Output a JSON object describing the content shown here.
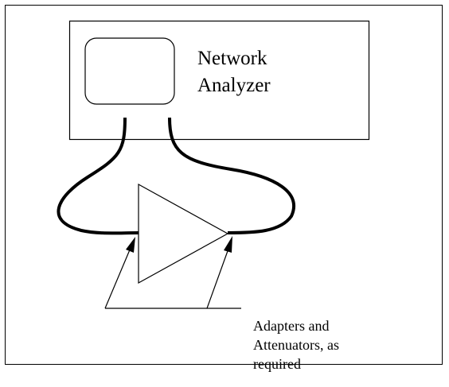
{
  "network_analyzer": {
    "label_line1": "Network",
    "label_line2": "Analyzer"
  },
  "annotation": {
    "line1": "Adapters and",
    "line2": "Attenuators, as",
    "line3": "required"
  },
  "colors": {
    "ink": "#000000",
    "background": "#ffffff"
  }
}
